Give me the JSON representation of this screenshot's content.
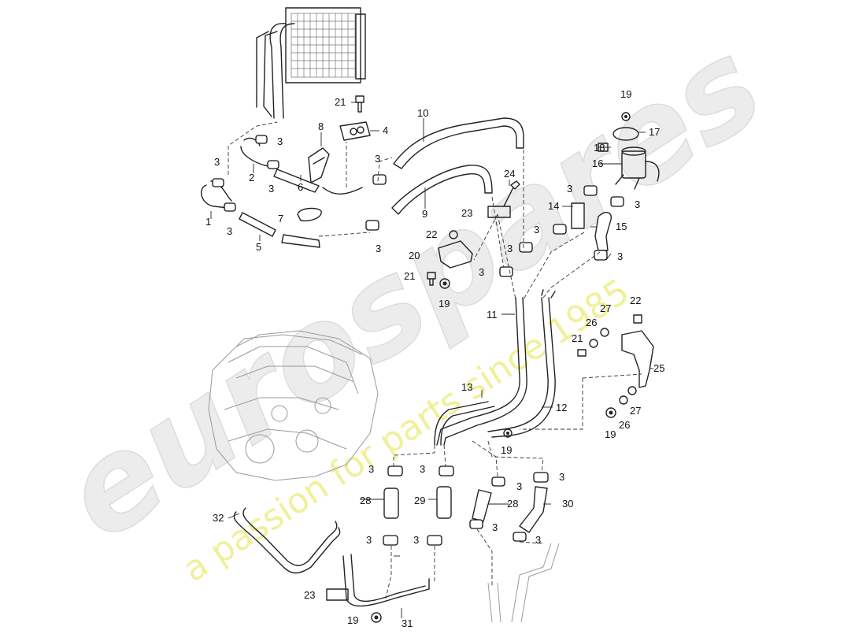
{
  "diagram": {
    "watermark": {
      "brand": "eurospares",
      "slogan": "a passion for parts since 1985"
    },
    "callouts": {
      "c1": "1",
      "c2": "2",
      "c3a": "3",
      "c3b": "3",
      "c3c": "3",
      "c3d": "3",
      "c3e": "3",
      "c3f": "3",
      "c3g": "3",
      "c3h": "3",
      "c3i": "3",
      "c3j": "3",
      "c3k": "3",
      "c3l": "3",
      "c3m": "3",
      "c3n": "3",
      "c3o": "3",
      "c3p": "3",
      "c3q": "3",
      "c3r": "3",
      "c3s": "3",
      "c3t": "3",
      "c4": "4",
      "c5": "5",
      "c6": "6",
      "c7": "7",
      "c8": "8",
      "c9": "9",
      "c10": "10",
      "c11": "11",
      "c12": "12",
      "c13": "13",
      "c14": "14",
      "c15": "15",
      "c16": "16",
      "c17": "17",
      "c18": "18",
      "c19a": "19",
      "c19b": "19",
      "c19c": "19",
      "c19d": "19",
      "c19e": "19",
      "c20": "20",
      "c21a": "21",
      "c21b": "21",
      "c21c": "21",
      "c22a": "22",
      "c22b": "22",
      "c23a": "23",
      "c23b": "23",
      "c24": "24",
      "c25": "25",
      "c26a": "26",
      "c26b": "26",
      "c27a": "27",
      "c27b": "27",
      "c28a": "28",
      "c28b": "28",
      "c29": "29",
      "c30": "30",
      "c31": "31",
      "c32": "32"
    }
  }
}
